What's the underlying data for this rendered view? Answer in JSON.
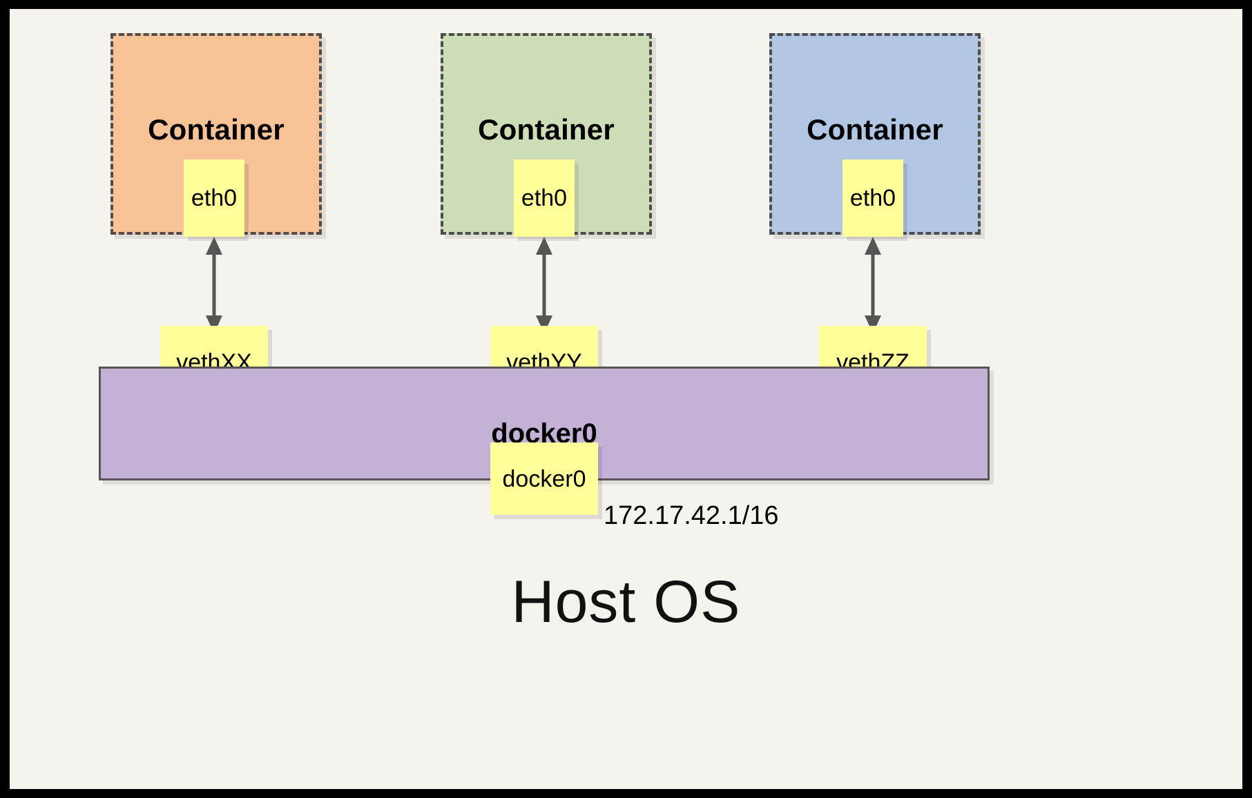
{
  "diagram": {
    "title_bottom": "Host OS",
    "bridge": {
      "name_bold": "docker0",
      "interface_box": "docker0",
      "ip_cidr": "172.17.42.1/16",
      "color": "#c4b2d6",
      "border_color": "#555555"
    },
    "containers": [
      {
        "label": "Container",
        "interface": "eth0",
        "veth": "vethXX",
        "color": "#f7c396"
      },
      {
        "label": "Container",
        "interface": "eth0",
        "veth": "vethYY",
        "color": "#cddeb7"
      },
      {
        "label": "Container",
        "interface": "eth0",
        "veth": "vethZZ",
        "color": "#b0c6e3"
      }
    ],
    "arrows": [
      {
        "name": "veth-link-1",
        "direction": "bidirectional"
      },
      {
        "name": "veth-link-2",
        "direction": "bidirectional"
      },
      {
        "name": "veth-link-3",
        "direction": "bidirectional"
      }
    ],
    "colors": {
      "background": "#f4f3ee",
      "frame": "#000000",
      "node_fill": "#ffff99",
      "dash_border": "#4d4d4d",
      "arrow": "#555555"
    }
  }
}
